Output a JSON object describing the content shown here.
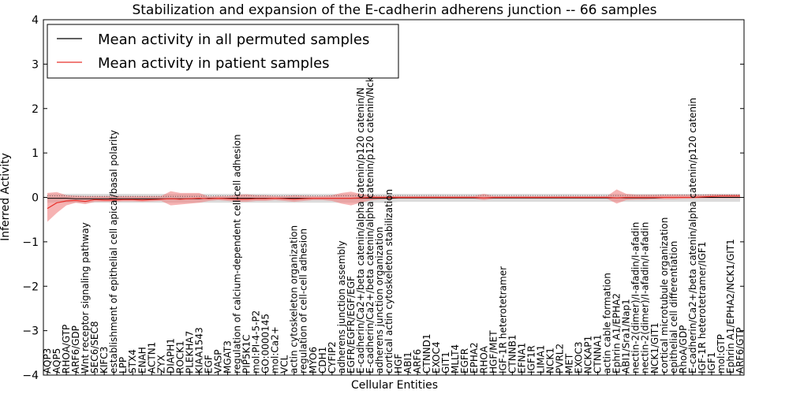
{
  "chart_data": {
    "type": "line",
    "title": "Stabilization and expansion of the E-cadherin adherens junction -- 66 samples",
    "xlabel": "Cellular Entities",
    "ylabel": "Inferred Activity",
    "ylim": [
      -4,
      4
    ],
    "yticks": [
      -4,
      -3,
      -2,
      -1,
      0,
      1,
      2,
      3,
      4
    ],
    "grid": false,
    "legend_position": "top-left",
    "colors": {
      "permuted": "#000000",
      "patient": "#e8302a",
      "patient_band": "#f08080",
      "permuted_band": "#bfbfbf"
    },
    "categories": [
      "AQP3",
      "AQP5",
      "RHOA/GTP",
      "ARF6/GDP",
      "Wnt receptor signaling pathway",
      "SEC6/SEC8",
      "KIFC3",
      "establishment of epithelial cell apical/basal polarity",
      "LPP",
      "STX4",
      "ENAH",
      "ACTN1",
      "ZYX",
      "DIAPH1",
      "ROCK1",
      "PLEKHA7",
      "KIAA1543",
      "EGF",
      "VASP",
      "MGAT3",
      "regulation of calcium-dependent cell-cell adhesion",
      "PIP5K1C",
      "mol:PI-4-5-P2",
      "GO:0000145",
      "mol:Ca2+",
      "VCL",
      "actin cytoskeleton organization",
      "regulation of cell-cell adhesion",
      "MYO6",
      "CDH1",
      "CYFIP2",
      "adherens junction assembly",
      "EGFR/EGFR/EGF/EGF",
      "E-cadherin/Ca2+/beta catenin/alpha catenin/p120 catenin/N",
      "E-cadherin/Ca2+/beta catenin/alpha catenin/p120 catenin/Nck",
      "adherens junction organization",
      "cortical actin cytoskeleton stabilization",
      "HGF",
      "ABI1",
      "ARF6",
      "CTNND1",
      "EXOC4",
      "GIT1",
      "MLLT4",
      "EGFR",
      "EPHA2",
      "RHOA",
      "HGF/MET",
      "IGF-1R heterotetramer",
      "CTNNB1",
      "EFNA1",
      "IGF1R",
      "LIMA1",
      "NCK1",
      "PVRL2",
      "MET",
      "EXOC3",
      "NCKAP1",
      "CTNNA1",
      "actin cable formation",
      "Ephrin A1/EPHA2",
      "ABI1/Sra1/Nap1",
      "nectin-2(dimer)/I-afadin/I-afadin",
      "nectin-2(dimer)/I-afadin/I-afadin",
      "NCK1/GIT1",
      "cortical microtubule organization",
      "epithelial cell differentiation",
      "RhoA/GDP",
      "E-cadherin/Ca2+/beta catenin/alpha catenin/p120 catenin",
      "IGF-1R heterotetramer/IGF1",
      "IGF1",
      "mol:GTP",
      "Ephrin A1/EPHA2/NCK1/GIT1",
      "ARF6/GTP"
    ],
    "series": [
      {
        "name": "Mean activity in all permuted samples",
        "values": [
          -0.02,
          -0.02,
          -0.02,
          -0.03,
          -0.03,
          -0.03,
          -0.03,
          -0.03,
          -0.03,
          -0.03,
          -0.03,
          -0.03,
          -0.03,
          -0.03,
          -0.03,
          -0.03,
          -0.03,
          -0.02,
          -0.02,
          -0.02,
          -0.02,
          -0.02,
          -0.02,
          -0.02,
          -0.02,
          -0.02,
          -0.02,
          -0.02,
          -0.02,
          -0.02,
          -0.02,
          -0.02,
          -0.02,
          -0.02,
          -0.02,
          -0.02,
          -0.02,
          -0.01,
          -0.01,
          -0.01,
          -0.01,
          -0.01,
          -0.01,
          -0.01,
          -0.01,
          -0.01,
          -0.01,
          -0.01,
          -0.01,
          -0.01,
          -0.01,
          -0.01,
          -0.01,
          -0.01,
          -0.01,
          -0.01,
          -0.01,
          -0.01,
          -0.01,
          -0.01,
          -0.01,
          -0.01,
          -0.01,
          -0.01,
          -0.01,
          0.0,
          0.0,
          0.0,
          0.0,
          0.0,
          0.0,
          0.0,
          0.0,
          0.0
        ]
      },
      {
        "name": "Mean activity in patient samples",
        "values": [
          -0.25,
          -0.12,
          -0.08,
          -0.07,
          -0.09,
          -0.05,
          -0.06,
          -0.06,
          -0.05,
          -0.05,
          -0.06,
          -0.05,
          -0.04,
          -0.03,
          -0.04,
          -0.03,
          -0.02,
          -0.03,
          -0.02,
          -0.03,
          -0.04,
          -0.04,
          -0.03,
          -0.03,
          -0.02,
          -0.03,
          -0.04,
          -0.03,
          -0.02,
          -0.02,
          -0.02,
          -0.02,
          -0.02,
          -0.01,
          0.0,
          0.0,
          0.0,
          0.0,
          0.0,
          0.0,
          0.0,
          0.0,
          0.0,
          0.0,
          0.0,
          0.0,
          -0.01,
          0.0,
          0.0,
          0.0,
          0.0,
          0.0,
          0.0,
          0.0,
          0.0,
          0.0,
          0.0,
          0.0,
          0.0,
          0.0,
          -0.01,
          0.0,
          0.0,
          0.0,
          0.0,
          0.0,
          0.0,
          0.0,
          0.0,
          0.01,
          0.02,
          0.03,
          0.03,
          0.03
        ]
      }
    ],
    "bands": {
      "patient_lower": [
        -0.55,
        -0.35,
        -0.18,
        -0.12,
        -0.15,
        -0.1,
        -0.1,
        -0.1,
        -0.09,
        -0.09,
        -0.1,
        -0.09,
        -0.08,
        -0.18,
        -0.16,
        -0.14,
        -0.12,
        -0.08,
        -0.06,
        -0.08,
        -0.1,
        -0.1,
        -0.08,
        -0.08,
        -0.06,
        -0.08,
        -0.1,
        -0.08,
        -0.06,
        -0.06,
        -0.08,
        -0.14,
        -0.18,
        -0.12,
        -0.07,
        -0.05,
        -0.04,
        -0.03,
        -0.03,
        -0.03,
        -0.03,
        -0.03,
        -0.03,
        -0.03,
        -0.03,
        -0.03,
        -0.06,
        -0.03,
        -0.03,
        -0.03,
        -0.03,
        -0.03,
        -0.03,
        -0.03,
        -0.03,
        -0.03,
        -0.03,
        -0.03,
        -0.03,
        -0.03,
        -0.14,
        -0.06,
        -0.05,
        -0.05,
        -0.04,
        -0.04,
        -0.04,
        -0.03,
        -0.03,
        -0.02,
        -0.02,
        -0.02,
        -0.02,
        -0.02
      ],
      "patient_upper": [
        0.1,
        0.12,
        0.05,
        0.04,
        0.03,
        0.03,
        0.03,
        0.03,
        0.03,
        0.03,
        0.03,
        0.03,
        0.03,
        0.14,
        0.1,
        0.1,
        0.1,
        0.02,
        0.03,
        0.03,
        0.06,
        0.07,
        0.05,
        0.05,
        0.03,
        0.03,
        0.05,
        0.04,
        0.03,
        0.03,
        0.05,
        0.1,
        0.13,
        0.08,
        0.05,
        0.03,
        0.03,
        0.03,
        0.03,
        0.03,
        0.03,
        0.03,
        0.03,
        0.03,
        0.03,
        0.03,
        0.08,
        0.03,
        0.03,
        0.03,
        0.03,
        0.03,
        0.03,
        0.03,
        0.03,
        0.03,
        0.03,
        0.03,
        0.03,
        0.03,
        0.18,
        0.08,
        0.06,
        0.06,
        0.06,
        0.06,
        0.06,
        0.06,
        0.06,
        0.06,
        0.07,
        0.07,
        0.07,
        0.07
      ],
      "permuted_lower": [
        -0.12,
        -0.12,
        -0.12,
        -0.12,
        -0.12,
        -0.12,
        -0.12,
        -0.12,
        -0.12,
        -0.12,
        -0.12,
        -0.12,
        -0.12,
        -0.12,
        -0.12,
        -0.12,
        -0.12,
        -0.12,
        -0.12,
        -0.12,
        -0.12,
        -0.12,
        -0.12,
        -0.12,
        -0.12,
        -0.12,
        -0.12,
        -0.12,
        -0.12,
        -0.12,
        -0.12,
        -0.12,
        -0.12,
        -0.12,
        -0.12,
        -0.12,
        -0.12,
        -0.1,
        -0.1,
        -0.1,
        -0.1,
        -0.1,
        -0.1,
        -0.1,
        -0.1,
        -0.1,
        -0.1,
        -0.1,
        -0.1,
        -0.1,
        -0.1,
        -0.1,
        -0.1,
        -0.1,
        -0.1,
        -0.1,
        -0.1,
        -0.1,
        -0.1,
        -0.1,
        -0.1,
        -0.1,
        -0.1,
        -0.1,
        -0.1,
        -0.1,
        -0.1,
        -0.1,
        -0.1,
        -0.1,
        -0.1,
        -0.1,
        -0.1,
        -0.1
      ],
      "permuted_upper": [
        0.08,
        0.08,
        0.08,
        0.08,
        0.08,
        0.08,
        0.08,
        0.08,
        0.08,
        0.08,
        0.08,
        0.08,
        0.08,
        0.08,
        0.08,
        0.08,
        0.08,
        0.08,
        0.08,
        0.08,
        0.08,
        0.08,
        0.08,
        0.08,
        0.08,
        0.08,
        0.08,
        0.08,
        0.08,
        0.08,
        0.08,
        0.08,
        0.08,
        0.08,
        0.08,
        0.08,
        0.08,
        0.08,
        0.08,
        0.08,
        0.08,
        0.08,
        0.08,
        0.08,
        0.08,
        0.08,
        0.08,
        0.08,
        0.08,
        0.08,
        0.08,
        0.08,
        0.08,
        0.08,
        0.08,
        0.08,
        0.08,
        0.08,
        0.08,
        0.08,
        0.08,
        0.08,
        0.08,
        0.08,
        0.08,
        0.08,
        0.08,
        0.08,
        0.08,
        0.08,
        0.08,
        0.08,
        0.08,
        0.08
      ]
    }
  }
}
